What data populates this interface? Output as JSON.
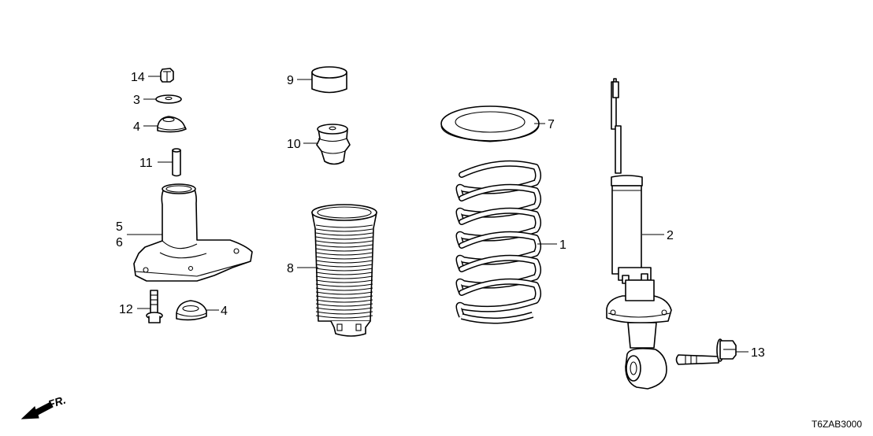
{
  "diagram": {
    "callouts": {
      "c1": "1",
      "c2": "2",
      "c3": "3",
      "c4a": "4",
      "c4b": "4",
      "c5": "5",
      "c6": "6",
      "c7": "7",
      "c8": "8",
      "c9": "9",
      "c10": "10",
      "c11": "11",
      "c12": "12",
      "c13": "13",
      "c14": "14"
    },
    "direction_label": "FR.",
    "diagram_code": "T6ZAB3000",
    "colors": {
      "line": "#000000",
      "background": "#ffffff"
    }
  }
}
